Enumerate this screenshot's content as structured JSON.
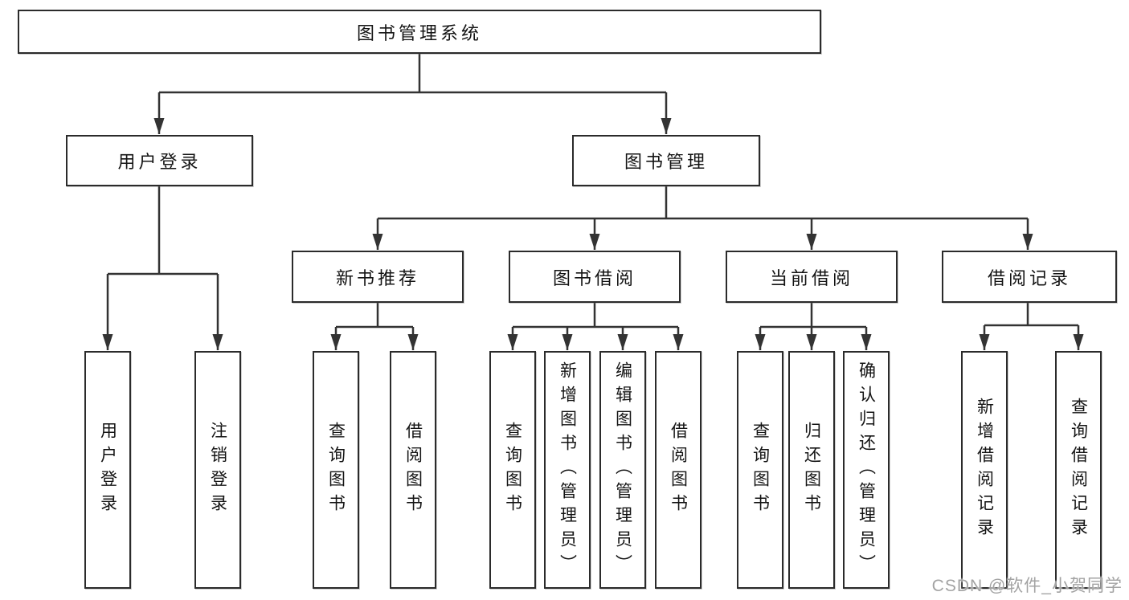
{
  "diagram_title": "图书管理系统",
  "tree": {
    "root": {
      "label": "图书管理系统",
      "children": [
        {
          "label": "用户登录",
          "children": [
            {
              "label": "用户登录"
            },
            {
              "label": "注销登录"
            }
          ]
        },
        {
          "label": "图书管理",
          "children": [
            {
              "label": "新书推荐",
              "children": [
                {
                  "label": "查询图书"
                },
                {
                  "label": "借阅图书"
                }
              ]
            },
            {
              "label": "图书借阅",
              "children": [
                {
                  "label": "查询图书"
                },
                {
                  "label": "新增图书（管理员）"
                },
                {
                  "label": "编辑图书（管理员）"
                },
                {
                  "label": "借阅图书"
                }
              ]
            },
            {
              "label": "当前借阅",
              "children": [
                {
                  "label": "查询图书"
                },
                {
                  "label": "归还图书"
                },
                {
                  "label": "确认归还（管理员）"
                }
              ]
            },
            {
              "label": "借阅记录",
              "children": [
                {
                  "label": "新增借阅记录"
                },
                {
                  "label": "查询借阅记录"
                }
              ]
            }
          ]
        }
      ]
    }
  },
  "watermark": {
    "text": "CSDN @软件_小贺同学"
  },
  "colors": {
    "background": "#ffffff",
    "box_border": "#2b2b2b",
    "connector_line": "#333333",
    "text": "#141414",
    "watermark_text": "#a3a3a3"
  }
}
